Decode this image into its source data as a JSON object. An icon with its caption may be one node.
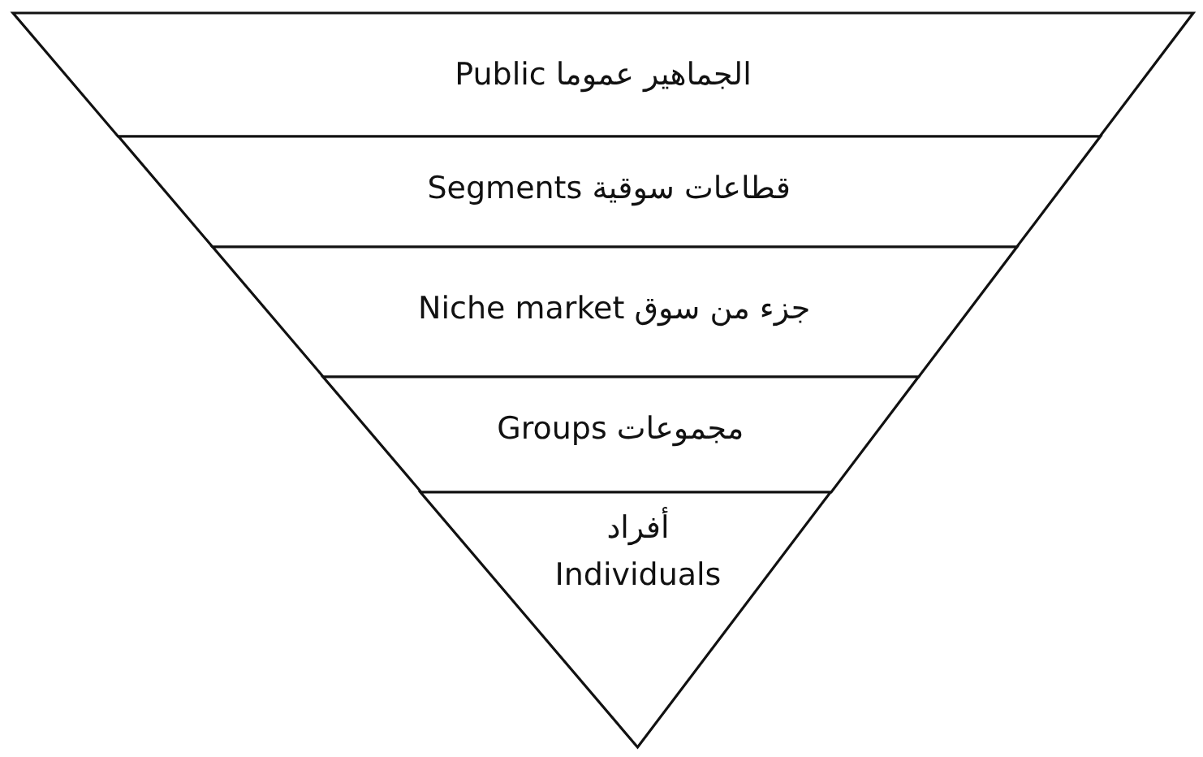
{
  "diagram": {
    "nodes": [
      {
        "text": [
          "الجماهير عموما Public"
        ]
      },
      {
        "text": [
          "قطاعات سوقية Segments"
        ]
      },
      {
        "text": [
          "جزء من سوق Niche market"
        ]
      },
      {
        "text": [
          "مجموعات Groups"
        ]
      },
      {
        "text": [
          "أفراد Individuals"
        ]
      }
    ]
  }
}
